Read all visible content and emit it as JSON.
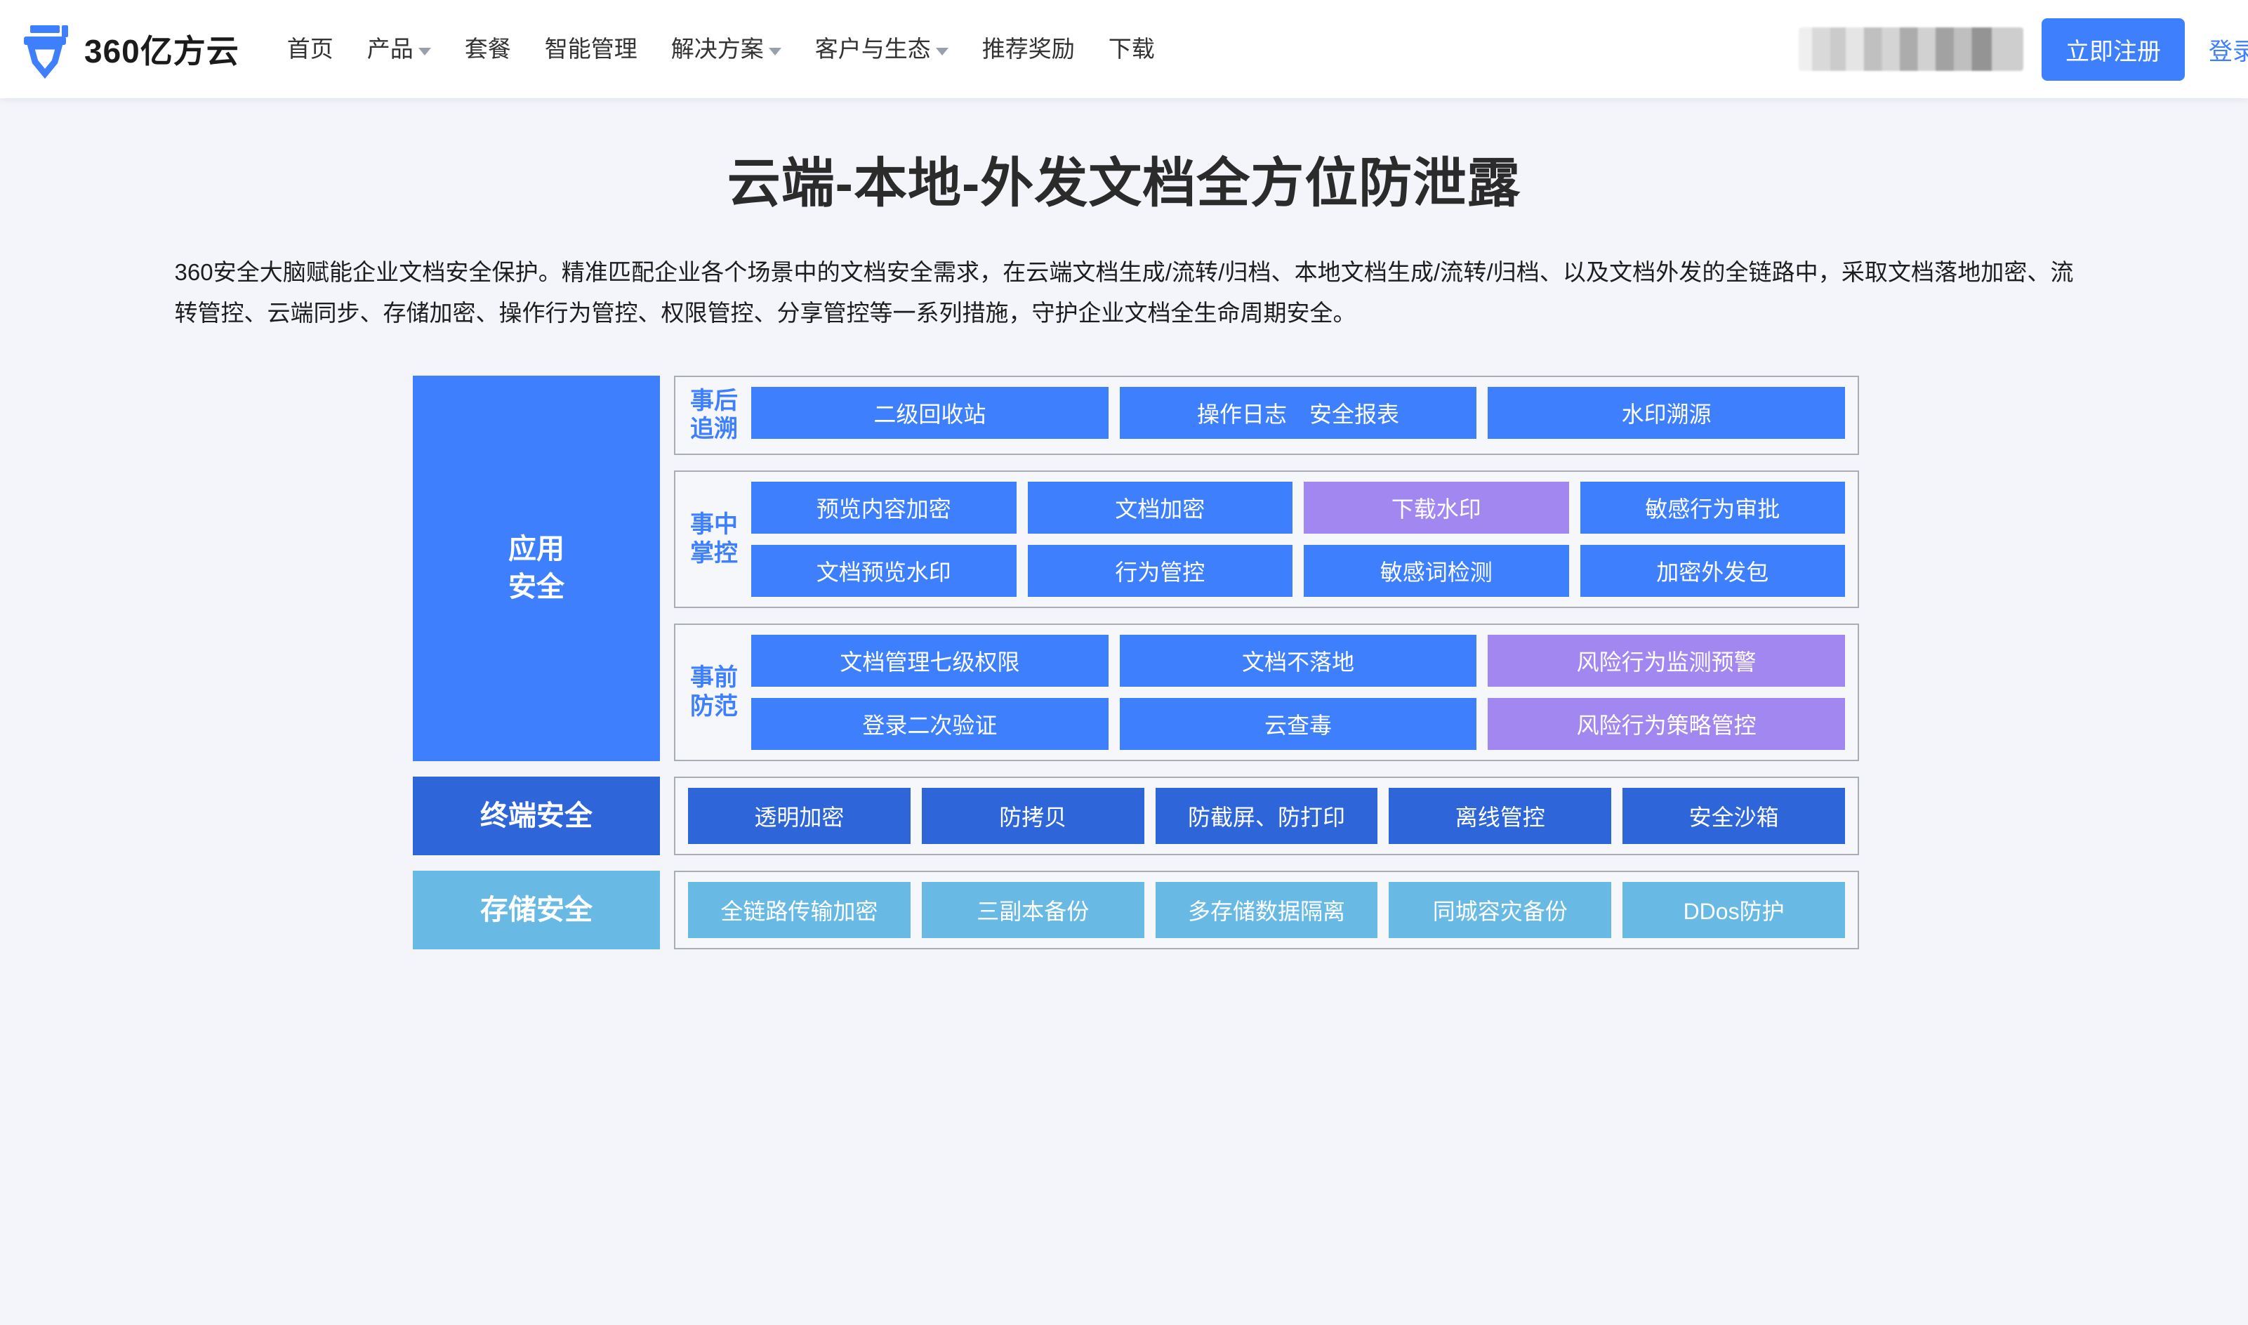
{
  "header": {
    "brand_name": "360亿方云",
    "logo_icon": "yifangyun-logo-icon",
    "nav": [
      {
        "label": "首页",
        "has_caret": false
      },
      {
        "label": "产品",
        "has_caret": true
      },
      {
        "label": "套餐",
        "has_caret": false
      },
      {
        "label": "智能管理",
        "has_caret": false
      },
      {
        "label": "解决方案",
        "has_caret": true
      },
      {
        "label": "客户与生态",
        "has_caret": true
      },
      {
        "label": "推荐奖励",
        "has_caret": false
      },
      {
        "label": "下载",
        "has_caret": false
      }
    ],
    "masked_contact": "",
    "register_label": "立即注册",
    "login_label": "登录"
  },
  "hero": {
    "title": "云端-本地-外发文档全方位防泄露",
    "description": "360安全大脑赋能企业文档安全保护。精准匹配企业各个场景中的文档安全需求，在云端文档生成/流转/归档、本地文档生成/流转/归档、以及文档外发的全链路中，采取文档落地加密、流转管控、云端同步、存储加密、操作行为管控、权限管控、分享管控等一系列措施，守护企业文档全生命周期安全。"
  },
  "colors": {
    "primary_blue": "#3d7ffc",
    "dark_blue": "#2e65d8",
    "light_blue": "#68bae4",
    "purple": "#a287f0",
    "page_background": "#f4f5fa",
    "box_border": "#a9adb4"
  },
  "diagram": {
    "categories": [
      {
        "id": "app",
        "label": "应用\n安全",
        "color": "#3d7ffc"
      },
      {
        "id": "terminal",
        "label": "终端安全",
        "color": "#2e65d8"
      },
      {
        "id": "storage",
        "label": "存储安全",
        "color": "#68bae4"
      }
    ],
    "app_groups": [
      {
        "phase": "事后\n追溯",
        "rows": [
          [
            {
              "label": "二级回收站",
              "style": "blue"
            },
            {
              "label": "操作日志　安全报表",
              "style": "blue"
            },
            {
              "label": "水印溯源",
              "style": "blue"
            }
          ]
        ]
      },
      {
        "phase": "事中\n掌控",
        "rows": [
          [
            {
              "label": "预览内容加密",
              "style": "blue"
            },
            {
              "label": "文档加密",
              "style": "blue"
            },
            {
              "label": "下载水印",
              "style": "purple"
            },
            {
              "label": "敏感行为审批",
              "style": "blue"
            }
          ],
          [
            {
              "label": "文档预览水印",
              "style": "blue"
            },
            {
              "label": "行为管控",
              "style": "blue"
            },
            {
              "label": "敏感词检测",
              "style": "blue"
            },
            {
              "label": "加密外发包",
              "style": "blue"
            }
          ]
        ]
      },
      {
        "phase": "事前\n防范",
        "rows": [
          [
            {
              "label": "文档管理七级权限",
              "style": "blue"
            },
            {
              "label": "文档不落地",
              "style": "blue"
            },
            {
              "label": "风险行为监测预警",
              "style": "purple"
            }
          ],
          [
            {
              "label": "登录二次验证",
              "style": "blue"
            },
            {
              "label": "云查毒",
              "style": "blue"
            },
            {
              "label": "风险行为策略管控",
              "style": "purple"
            }
          ]
        ]
      }
    ],
    "terminal_items": [
      {
        "label": "透明加密",
        "style": "dblue"
      },
      {
        "label": "防拷贝",
        "style": "dblue"
      },
      {
        "label": "防截屏、防打印",
        "style": "dblue"
      },
      {
        "label": "离线管控",
        "style": "dblue"
      },
      {
        "label": "安全沙箱",
        "style": "dblue"
      }
    ],
    "storage_items": [
      {
        "label": "全链路传输加密",
        "style": "lblue"
      },
      {
        "label": "三副本备份",
        "style": "lblue"
      },
      {
        "label": "多存储数据隔离",
        "style": "lblue"
      },
      {
        "label": "同城容灾备份",
        "style": "lblue"
      },
      {
        "label": "DDos防护",
        "style": "lblue"
      }
    ]
  }
}
